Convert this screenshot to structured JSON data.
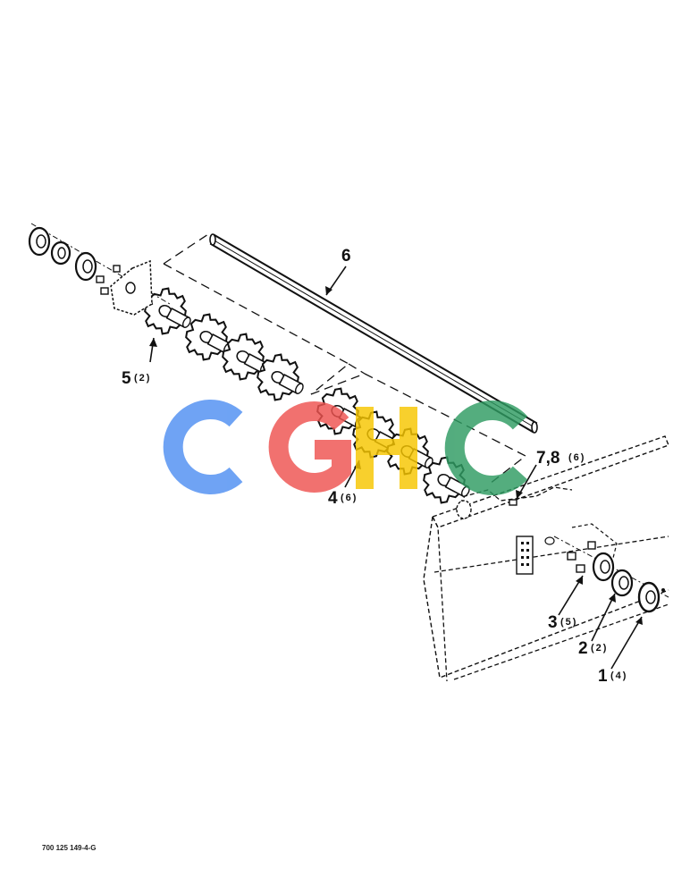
{
  "callouts": [
    {
      "id": "6",
      "qty": ""
    },
    {
      "id": "5",
      "qty": "(2)"
    },
    {
      "id": "4",
      "qty": "(6)"
    },
    {
      "id": "7,8",
      "qty": "(6)"
    },
    {
      "id": "3",
      "qty": "(5)"
    },
    {
      "id": "2",
      "qty": "(2)"
    },
    {
      "id": "1",
      "qty": "(4)"
    }
  ],
  "document_id": "700 125 149-4-G",
  "watermark": {
    "text": "CGHC",
    "colors": [
      "#4f8ff2",
      "#ef5350",
      "#f7c600",
      "#2e9b62"
    ]
  }
}
